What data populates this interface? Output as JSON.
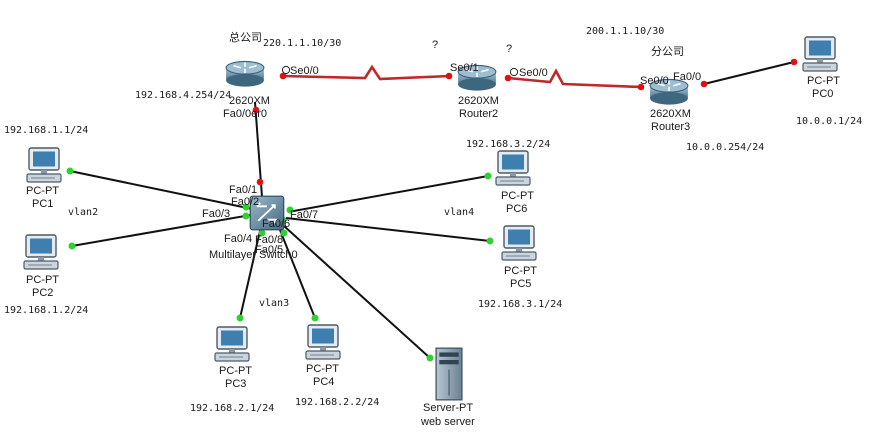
{
  "title_hq": "总公司",
  "title_branch": "分公司",
  "question_marks": [
    "?",
    "?"
  ],
  "routers": {
    "router0": {
      "model": "2620XM",
      "name_overlap": "Fa0/0er0",
      "lan_ip": "192.168.4.254/24",
      "wan_ip": "220.1.1.10/30",
      "serial_port": "Se0/0"
    },
    "router2": {
      "model": "2620XM",
      "name": "Router2",
      "port_left": "Se0/1",
      "port_right": "Se0/0"
    },
    "router3": {
      "model": "2620XM",
      "name": "Router3",
      "serial_port": "Se0/0",
      "fa_port": "Fa0/0",
      "wan_ip": "200.1.1.10/30",
      "lan_ip": "10.0.0.254/24"
    }
  },
  "switch": {
    "name": "Multilayer Switch0",
    "ports": [
      "Fa0/1",
      "Fa0/2",
      "Fa0/3",
      "Fa0/4",
      "Fa0/5",
      "Fa0/6",
      "Fa0/7",
      "Fa0/8"
    ]
  },
  "hosts": {
    "pc0": {
      "type": "PC-PT",
      "name": "PC0",
      "ip": "10.0.0.1/24"
    },
    "pc1": {
      "type": "PC-PT",
      "name": "PC1",
      "ip": "192.168.1.1/24"
    },
    "pc2": {
      "type": "PC-PT",
      "name": "PC2",
      "ip": "192.168.1.2/24"
    },
    "pc3": {
      "type": "PC-PT",
      "name": "PC3",
      "ip": "192.168.2.1/24"
    },
    "pc4": {
      "type": "PC-PT",
      "name": "PC4",
      "ip": "192.168.2.2/24"
    },
    "pc5": {
      "type": "PC-PT",
      "name": "PC5",
      "ip": "192.168.3.1/24"
    },
    "pc6": {
      "type": "PC-PT",
      "name": "PC6",
      "ip": "192.168.3.2/24"
    },
    "server": {
      "type": "Server-PT",
      "name": "web server"
    }
  },
  "vlans": [
    "vlan2",
    "vlan3",
    "vlan4"
  ],
  "colors": {
    "serial_link": "#c0292b",
    "ethernet_link": "#111111",
    "link_up": "#2fd12f",
    "link_down": "#e01010"
  }
}
